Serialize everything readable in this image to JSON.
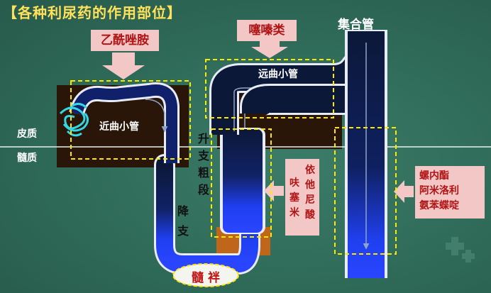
{
  "title": {
    "open_bracket": "【",
    "text": "各种利尿药的作用部位",
    "close_bracket": "】"
  },
  "labels": {
    "cortex": "皮质",
    "medulla": "髓质",
    "proximal_tubule": "近曲小管",
    "distal_tubule": "远曲小管",
    "collecting_duct": "集合管",
    "ascending_thick": "升支粗段",
    "descending": "降支",
    "loop": "髓 袢"
  },
  "drugs": {
    "acetazolamide": "乙酰唑胺",
    "thiazides": "噻嗪类",
    "loop_diuretics": [
      "依他尼酸",
      "呋塞米"
    ],
    "potassium_sparing": [
      "螺内酯",
      "阿米洛利",
      "氨苯蝶啶"
    ]
  },
  "colors": {
    "background": "#2f6a58",
    "tubule_dark": "#0d1a40",
    "tubule_blue": "#1a3aff",
    "drug_box": "#f4c7c7",
    "drug_text": "#b01515",
    "highlight_dash": "#ffe800",
    "title_text": "#ffe15a"
  }
}
